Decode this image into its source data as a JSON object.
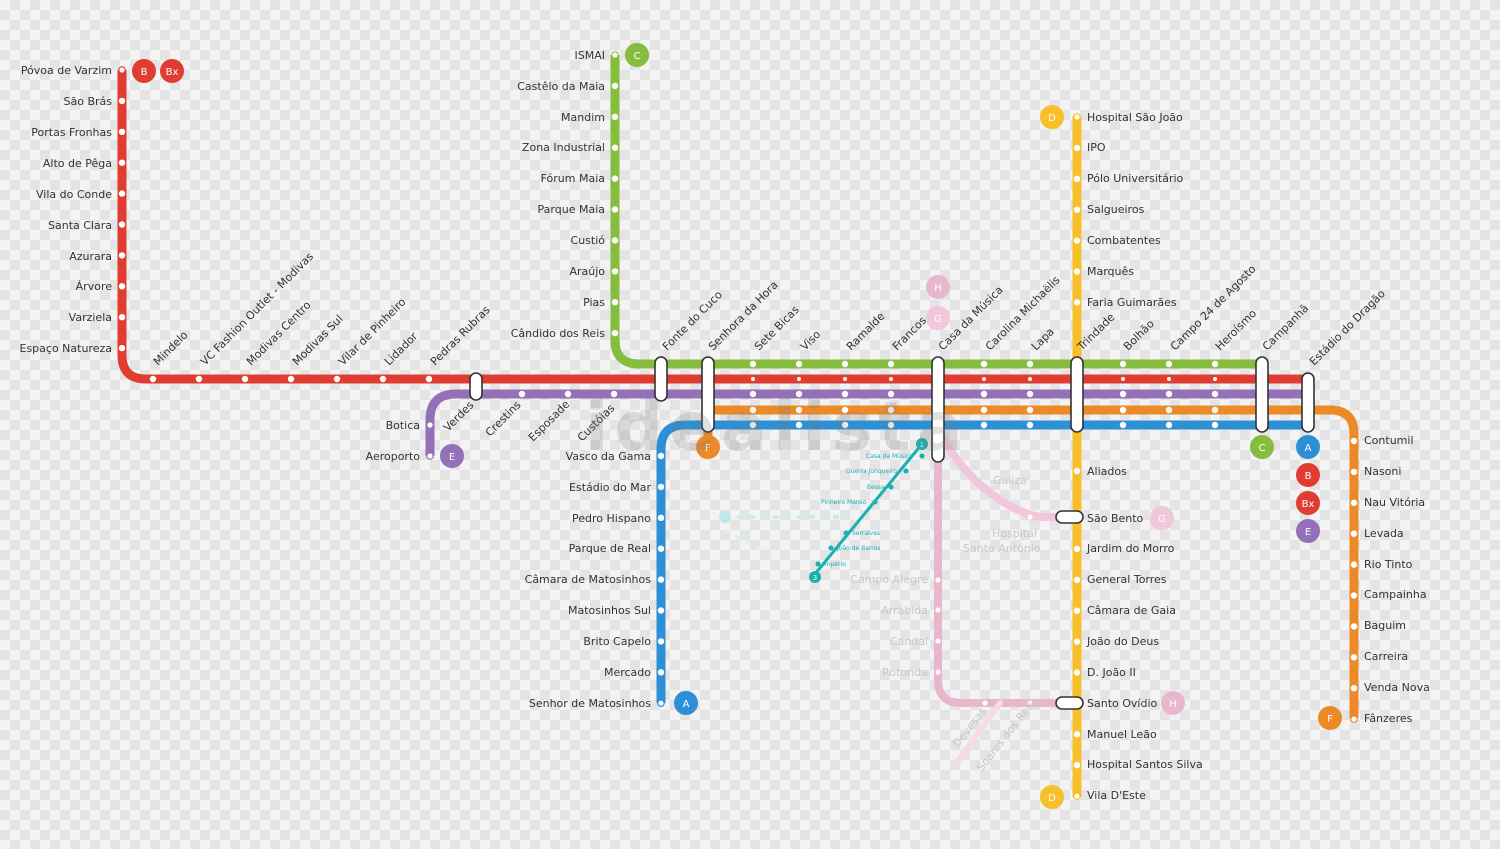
{
  "watermark": "idealista",
  "colors": {
    "A": "#2d8fd5",
    "B": "#e03c31",
    "C": "#86bd3f",
    "D": "#f7bf2a",
    "E": "#9370b8",
    "F": "#ec8a27",
    "G": "#f2bfd8",
    "H": "#e8b6cd",
    "tram": "#18b0b0",
    "tram_faded": "#bfe6ea"
  },
  "badges": {
    "B": "B",
    "Bx": "Bx",
    "C": "C",
    "D": "D",
    "E": "E",
    "F": "F",
    "A": "A",
    "G": "G",
    "H": "H",
    "t1": "1",
    "t3": "3"
  },
  "trunk": [
    "Fonte do Cuco",
    "Senhora da Hora",
    "Sete Bicas",
    "Viso",
    "Ramalde",
    "Francos",
    "Casa da Música",
    "Carolina Michaëlis",
    "Lapa",
    "Trindade",
    "Bolhão",
    "Campo 24 de Agosto",
    "Heroísmo",
    "Campanhã",
    "Estádio do Dragão"
  ],
  "lineB_north": [
    "Póvoa de Varzim",
    "São Brás",
    "Portas Fronhas",
    "Alto de Pêga",
    "Vila do Conde",
    "Santa Clara",
    "Azurara",
    "Árvore",
    "Varziela",
    "Espaço Natureza"
  ],
  "lineB_west": [
    "Mindelo",
    "VC Fashion Outlet - Modivas",
    "Modivas Centro",
    "Modivas Sul",
    "Vilar de Pinheiro",
    "Lidador",
    "Pedras Rubras"
  ],
  "lineE_west": [
    "Verdes",
    "Crestins",
    "Esposade",
    "Custóias"
  ],
  "lineE_branch": [
    "Botica",
    "Aeroporto"
  ],
  "lineC": [
    "ISMAI",
    "Castêlo da Maia",
    "Mandim",
    "Zona Industrial",
    "Fórum Maia",
    "Parque Maia",
    "Custió",
    "Araújo",
    "Pias",
    "Cândido dos Reis"
  ],
  "lineA": [
    "Vasco da Gama",
    "Estádio do Mar",
    "Pedro Hispano",
    "Parque de Real",
    "Câmara de Matosinhos",
    "Matosinhos Sul",
    "Brito Capelo",
    "Mercado",
    "Senhor de Matosinhos"
  ],
  "lineD_north": [
    "Hospital São João",
    "IPO",
    "Pólo Universitário",
    "Salgueiros",
    "Combatentes",
    "Marquês",
    "Faria Guimarães"
  ],
  "lineD_south": [
    "Aliados",
    "São Bento",
    "Jardim do Morro",
    "General Torres",
    "Câmara de Gaia",
    "João do Deus",
    "D. João II",
    "Santo Ovídio",
    "Manuel Leão",
    "Hospital Santos Silva",
    "Vila D'Este"
  ],
  "lineF": [
    "Contumil",
    "Nasoni",
    "Nau Vitória",
    "Levada",
    "Rio Tinto",
    "Campainha",
    "Baguim",
    "Carreira",
    "Venda Nova",
    "Fânzeres"
  ],
  "planned_pink": {
    "galiza": "Galiza",
    "hospital_line1": "Hospital",
    "hospital_line2": "Santo António",
    "south": [
      "Campo Alegre",
      "Arrábida",
      "Candal",
      "Rotunda"
    ],
    "diagonal": [
      "Devesas",
      "Soares dos Reis"
    ]
  },
  "tram": [
    "Casa da Música",
    "Guerra Junqueiro",
    "Bessa",
    "Pinheiro Manso",
    "Serralves",
    "João de Barros",
    "Império"
  ]
}
